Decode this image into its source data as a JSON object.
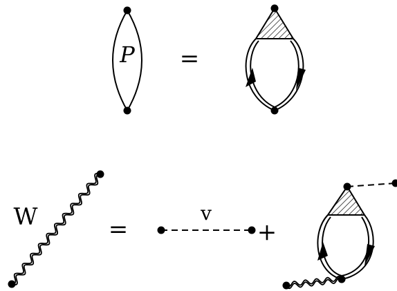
{
  "polarization_eq": {
    "bubble_label": "P",
    "equals": "="
  },
  "screened_eq": {
    "w_label": "W",
    "equals": "=",
    "v_label": "v",
    "plus": "+"
  },
  "colors": {
    "ink": "#000000",
    "background": "#ffffff"
  }
}
